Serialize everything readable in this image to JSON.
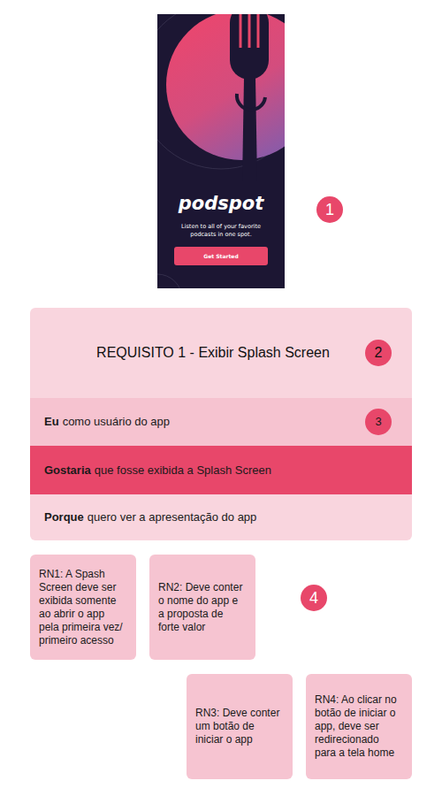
{
  "diagram": {
    "nodes": [
      {
        "text": [
          "podspot",
          "Listen to all of your favorite podcasts in one spot."
        ]
      },
      {
        "text": [
          "Get Started"
        ],
        "in": 0
      },
      {
        "text": [
          "1"
        ]
      },
      {
        "text": [
          "REQUISITO 1 - Exibir Splash Screen"
        ]
      },
      {
        "text": [
          "2"
        ],
        "in": 3
      },
      {
        "text": [
          "Eu",
          "como usuário do app"
        ]
      },
      {
        "text": [
          "3"
        ],
        "in": 5
      },
      {
        "text": [
          "Gostaria",
          "que fosse exibida a Splash Screen"
        ]
      },
      {
        "text": [
          "Porque",
          "quero ver a apresentação do app"
        ]
      },
      {
        "text": [
          "RN1: A Spash Screen deve ser exibida somente ao abrir o app pela primeira vez/ primeiro acesso"
        ]
      },
      {
        "text": [
          "RN2: Deve conter o nome do app e a proposta de forte valor"
        ]
      },
      {
        "text": [
          "4"
        ]
      },
      {
        "text": [
          "RN3: Deve conter um botão de iniciar o app"
        ]
      },
      {
        "text": [
          "RN4: Ao clicar no botão de iniciar o app, deve ser redirecionado para a tela home"
        ]
      }
    ]
  }
}
